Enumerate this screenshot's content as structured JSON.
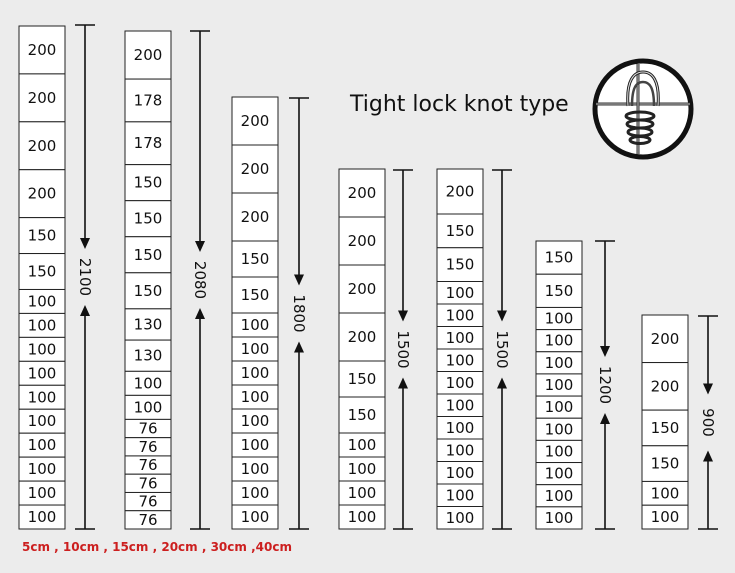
{
  "title": "Tight lock knot type",
  "spacing_note": "5cm , 10cm , 15cm , 20cm , 30cm ,40cm",
  "knot_icon": "tight-lock-knot-illustration",
  "colors": {
    "background": "#ececec",
    "note": "#cc1f1f"
  },
  "fences": [
    {
      "height": "2100",
      "spacings": [
        "200",
        "200",
        "200",
        "200",
        "150",
        "150",
        "100",
        "100",
        "100",
        "100",
        "100",
        "100",
        "100",
        "100",
        "100",
        "100"
      ]
    },
    {
      "height": "2080",
      "spacings": [
        "200",
        "178",
        "178",
        "150",
        "150",
        "150",
        "150",
        "130",
        "130",
        "100",
        "100",
        "76",
        "76",
        "76",
        "76",
        "76",
        "76"
      ]
    },
    {
      "height": "1800",
      "spacings": [
        "200",
        "200",
        "200",
        "150",
        "150",
        "100",
        "100",
        "100",
        "100",
        "100",
        "100",
        "100",
        "100",
        "100"
      ]
    },
    {
      "height": "1500",
      "spacings": [
        "200",
        "200",
        "200",
        "200",
        "150",
        "150",
        "100",
        "100",
        "100",
        "100"
      ]
    },
    {
      "height": "1500",
      "spacings": [
        "200",
        "150",
        "150",
        "100",
        "100",
        "100",
        "100",
        "100",
        "100",
        "100",
        "100",
        "100",
        "100",
        "100"
      ]
    },
    {
      "height": "1200",
      "spacings": [
        "150",
        "150",
        "100",
        "100",
        "100",
        "100",
        "100",
        "100",
        "100",
        "100",
        "100",
        "100"
      ]
    },
    {
      "height": "900",
      "spacings": [
        "200",
        "200",
        "150",
        "150",
        "100",
        "100"
      ]
    }
  ]
}
